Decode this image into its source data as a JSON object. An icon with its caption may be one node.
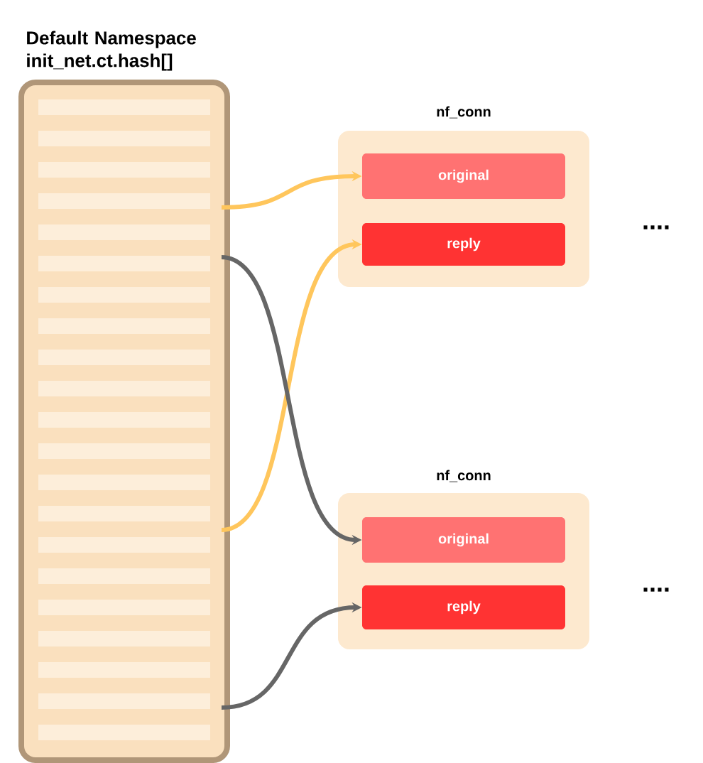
{
  "diagram": {
    "nodes": [
      {
        "text": [
          "Default Namespace init_net.ct.hash[]"
        ]
      },
      {
        "text": [
          "nf_conn"
        ]
      },
      {
        "text": [
          "original"
        ],
        "in": 1
      },
      {
        "text": [
          "reply"
        ],
        "in": 1
      },
      {
        "text": [
          "nf_conn"
        ]
      },
      {
        "text": [
          "original"
        ],
        "in": 4
      },
      {
        "text": [
          "reply"
        ],
        "in": 4
      }
    ],
    "edges": [
      {
        "from": 0,
        "to": 2,
        "arrow": "to",
        "color": "#ffc65c"
      },
      {
        "from": 0,
        "to": 3,
        "arrow": "to",
        "color": "#ffc65c"
      },
      {
        "from": 0,
        "to": 5,
        "arrow": "to",
        "color": "#666666"
      },
      {
        "from": 0,
        "to": 6,
        "arrow": "to",
        "color": "#666666"
      }
    ],
    "labels": [
      "....",
      "...."
    ]
  }
}
